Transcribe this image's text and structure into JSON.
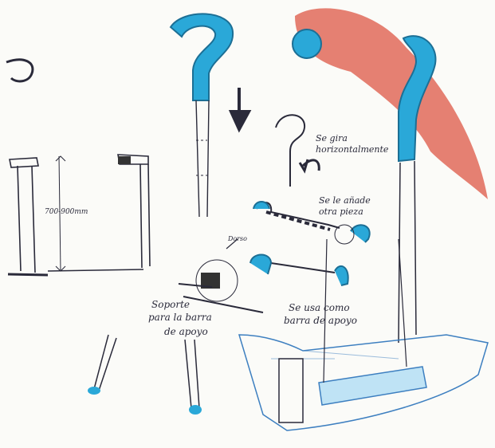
{
  "annotations": {
    "dimension": "700-900mm",
    "rotate_1": "Se gira",
    "rotate_2": "horizontalmente",
    "add_1": "Se le añade",
    "add_2": "otra pieza",
    "support_1": "Soporte",
    "support_2": "para la barra",
    "support_3": "de apoyo",
    "use_1": "Se usa como",
    "use_2": "barra de apoyo",
    "tag": "Dorso"
  },
  "colors": {
    "paper": "#fbfbf8",
    "ink": "#2a2a3a",
    "blue_marker": "#2aa8d8",
    "red_marker": "#e06a5a",
    "outline_blue": "#3d7fc0"
  }
}
